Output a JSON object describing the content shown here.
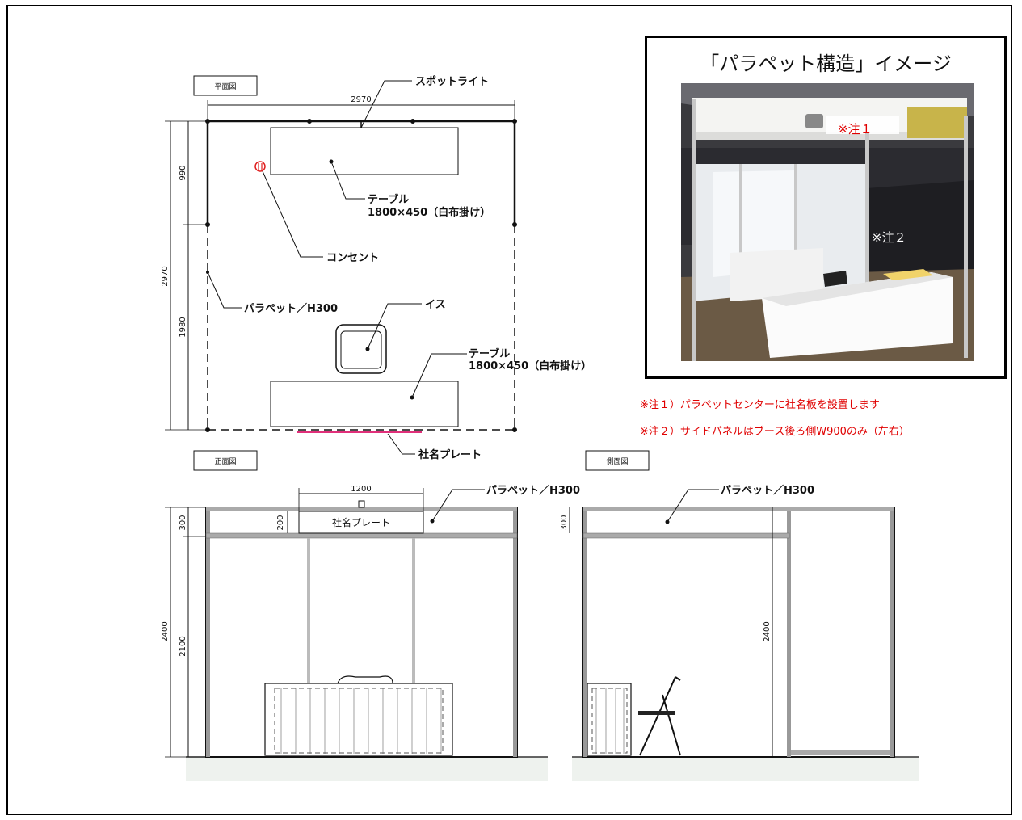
{
  "views": {
    "plan": "平面図",
    "front": "正面図",
    "side": "側面図"
  },
  "plan": {
    "dim_width": "2970",
    "dim_depth": "2970",
    "dim_front": "990",
    "dim_back": "1980",
    "callout_spotlight": "スポットライト",
    "callout_table1_name": "テーブル",
    "callout_table1_size": "1800×450（白布掛け）",
    "callout_outlet": "コンセント",
    "callout_parapet": "パラペット／H300",
    "callout_chair": "イス",
    "callout_table2_name": "テーブル",
    "callout_table2_size": "1800×450（白布掛け）",
    "callout_nameplate": "社名プレート"
  },
  "front": {
    "dim_plate_width": "1200",
    "dim_plate_height": "200",
    "dim_parapet": "300",
    "dim_total": "2400",
    "dim_panel": "2100",
    "plate_text": "社名プレート",
    "callout_parapet": "パラペット／H300"
  },
  "side": {
    "dim_parapet": "300",
    "dim_total": "2400",
    "callout_parapet": "パラペット／H300"
  },
  "image_box": {
    "title": "「パラペット構造」イメージ",
    "note1_tag": "※注１",
    "note2_tag": "※注２"
  },
  "notes": [
    "※注１）パラペットセンターに社名板を設置します",
    "※注２）サイドパネルはブース後ろ側W900のみ（左右）"
  ],
  "colors": {
    "note_red": "#e00000",
    "nameplate_pink": "#e0307a",
    "outlet_red": "#e02020",
    "frame": "#000000"
  }
}
